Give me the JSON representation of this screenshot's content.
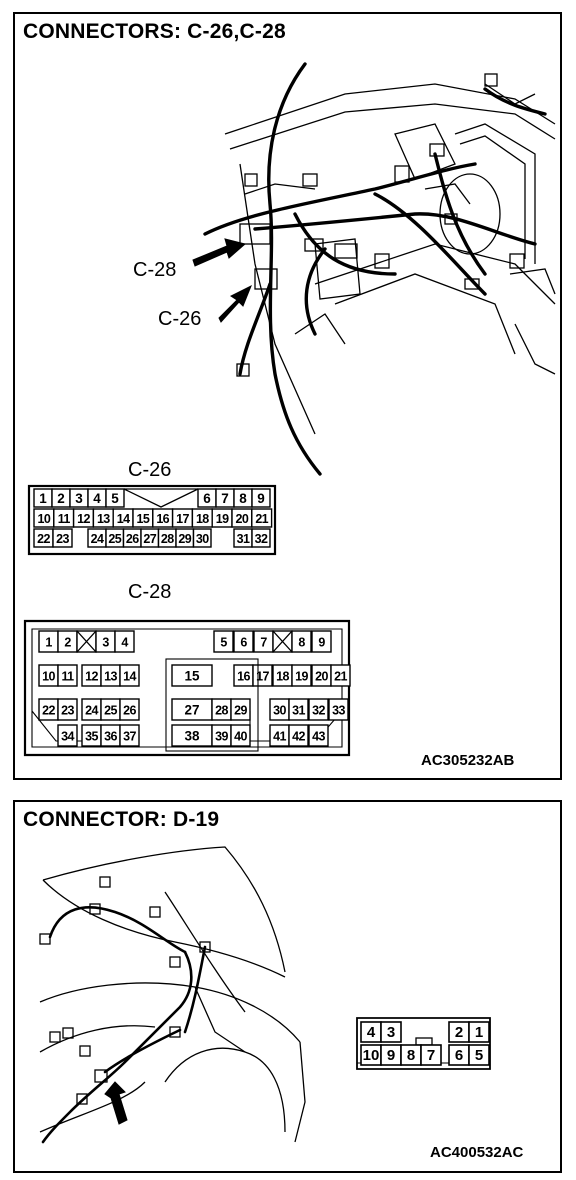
{
  "panels": [
    {
      "title": "CONNECTORS: C-26,C-28",
      "callouts": [
        "C-28",
        "C-26"
      ],
      "connector_labels": [
        "C-26",
        "C-28"
      ],
      "code": "AC305232AB"
    },
    {
      "title": "CONNECTOR: D-19",
      "code": "AC400532AC"
    }
  ],
  "connectors": {
    "c26": {
      "rows": [
        [
          "1",
          "2",
          "3",
          "4",
          "5",
          "",
          "6",
          "7",
          "8",
          "9"
        ],
        [
          "10",
          "11",
          "12",
          "13",
          "14",
          "15",
          "16",
          "17",
          "18",
          "19",
          "20",
          "21"
        ],
        [
          "22",
          "23",
          "",
          "24",
          "25",
          "26",
          "27",
          "28",
          "29",
          "30",
          "",
          "31",
          "32"
        ]
      ]
    },
    "c28": {
      "top": [
        "1",
        "2",
        "",
        "3",
        "4",
        "5",
        "6",
        "7",
        "",
        "8",
        "9"
      ],
      "row2": [
        "10",
        "11",
        "12",
        "13",
        "14",
        "15",
        "16",
        "17",
        "18",
        "19",
        "20",
        "21"
      ],
      "row3": [
        "22",
        "23",
        "24",
        "25",
        "26",
        "27",
        "28",
        "29",
        "30",
        "31",
        "32",
        "33"
      ],
      "row4": [
        "34",
        "35",
        "36",
        "37",
        "38",
        "39",
        "40",
        "41",
        "42",
        "43"
      ]
    },
    "d19": {
      "top": [
        "4",
        "3",
        "2",
        "1"
      ],
      "bottom": [
        "10",
        "9",
        "8",
        "7",
        "6",
        "5"
      ]
    }
  }
}
